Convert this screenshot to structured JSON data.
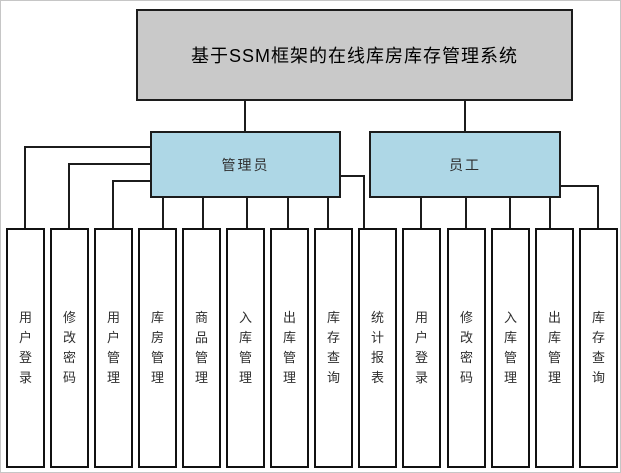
{
  "diagram": {
    "title": "基于SSM框架的在线库房库存管理系统",
    "roles": [
      {
        "id": "admin",
        "label": "管理员"
      },
      {
        "id": "staff",
        "label": "员工"
      }
    ],
    "modules": [
      {
        "label": "用户登录",
        "parent": "管理员"
      },
      {
        "label": "修改密码",
        "parent": "管理员"
      },
      {
        "label": "用户管理",
        "parent": "管理员"
      },
      {
        "label": "库房管理",
        "parent": "管理员"
      },
      {
        "label": "商品管理",
        "parent": "管理员"
      },
      {
        "label": "入库管理",
        "parent": "管理员"
      },
      {
        "label": "出库管理",
        "parent": "管理员"
      },
      {
        "label": "库存查询",
        "parent": "管理员"
      },
      {
        "label": "统计报表",
        "parent": "管理员"
      },
      {
        "label": "用户登录",
        "parent": "员工"
      },
      {
        "label": "修改密码",
        "parent": "员工"
      },
      {
        "label": "入库管理",
        "parent": "员工"
      },
      {
        "label": "出库管理",
        "parent": "员工"
      },
      {
        "label": "库存查询",
        "parent": "员工"
      }
    ],
    "colors": {
      "title_fill": "#c9c9c9",
      "role_fill": "#aed7e6",
      "module_fill": "#ffffff",
      "line": "#1c1c1c"
    }
  }
}
